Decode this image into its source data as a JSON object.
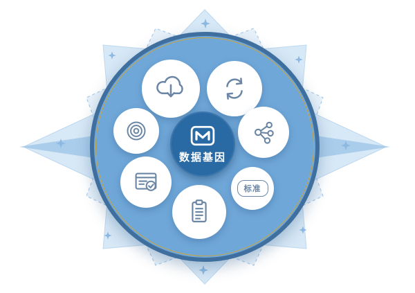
{
  "diagram": {
    "title": "数据基因",
    "center": {
      "label": "数据基因",
      "logo_icon": "data-gene-logo-icon",
      "background": "#2a6aa4",
      "text_color": "#ffffff"
    },
    "nodes": [
      {
        "id": "cloud-download",
        "icon": "cloud-download-icon",
        "label": ""
      },
      {
        "id": "sync-refresh",
        "icon": "sync-refresh-icon",
        "label": ""
      },
      {
        "id": "concentric-disc",
        "icon": "concentric-circles-icon",
        "label": ""
      },
      {
        "id": "network-share",
        "icon": "network-nodes-icon",
        "label": ""
      },
      {
        "id": "webpage-check",
        "icon": "webpage-check-icon",
        "label": ""
      },
      {
        "id": "standard",
        "icon": "standard-badge",
        "label": "标准"
      },
      {
        "id": "clipboard-list",
        "icon": "clipboard-list-icon",
        "label": ""
      }
    ],
    "colors": {
      "disc_fill": "#6fa7d9",
      "disc_border": "#3f6f9e",
      "gold_ring": "#c9a43e",
      "node_fill": "#ffffff",
      "icon_stroke": "#6b86a4",
      "decoration_star": "#d7e8f6",
      "decoration_star_light": "#e7f1fa",
      "decoration_point_dark": "#aacdeb",
      "sparkle": "#8cb8e1"
    }
  }
}
